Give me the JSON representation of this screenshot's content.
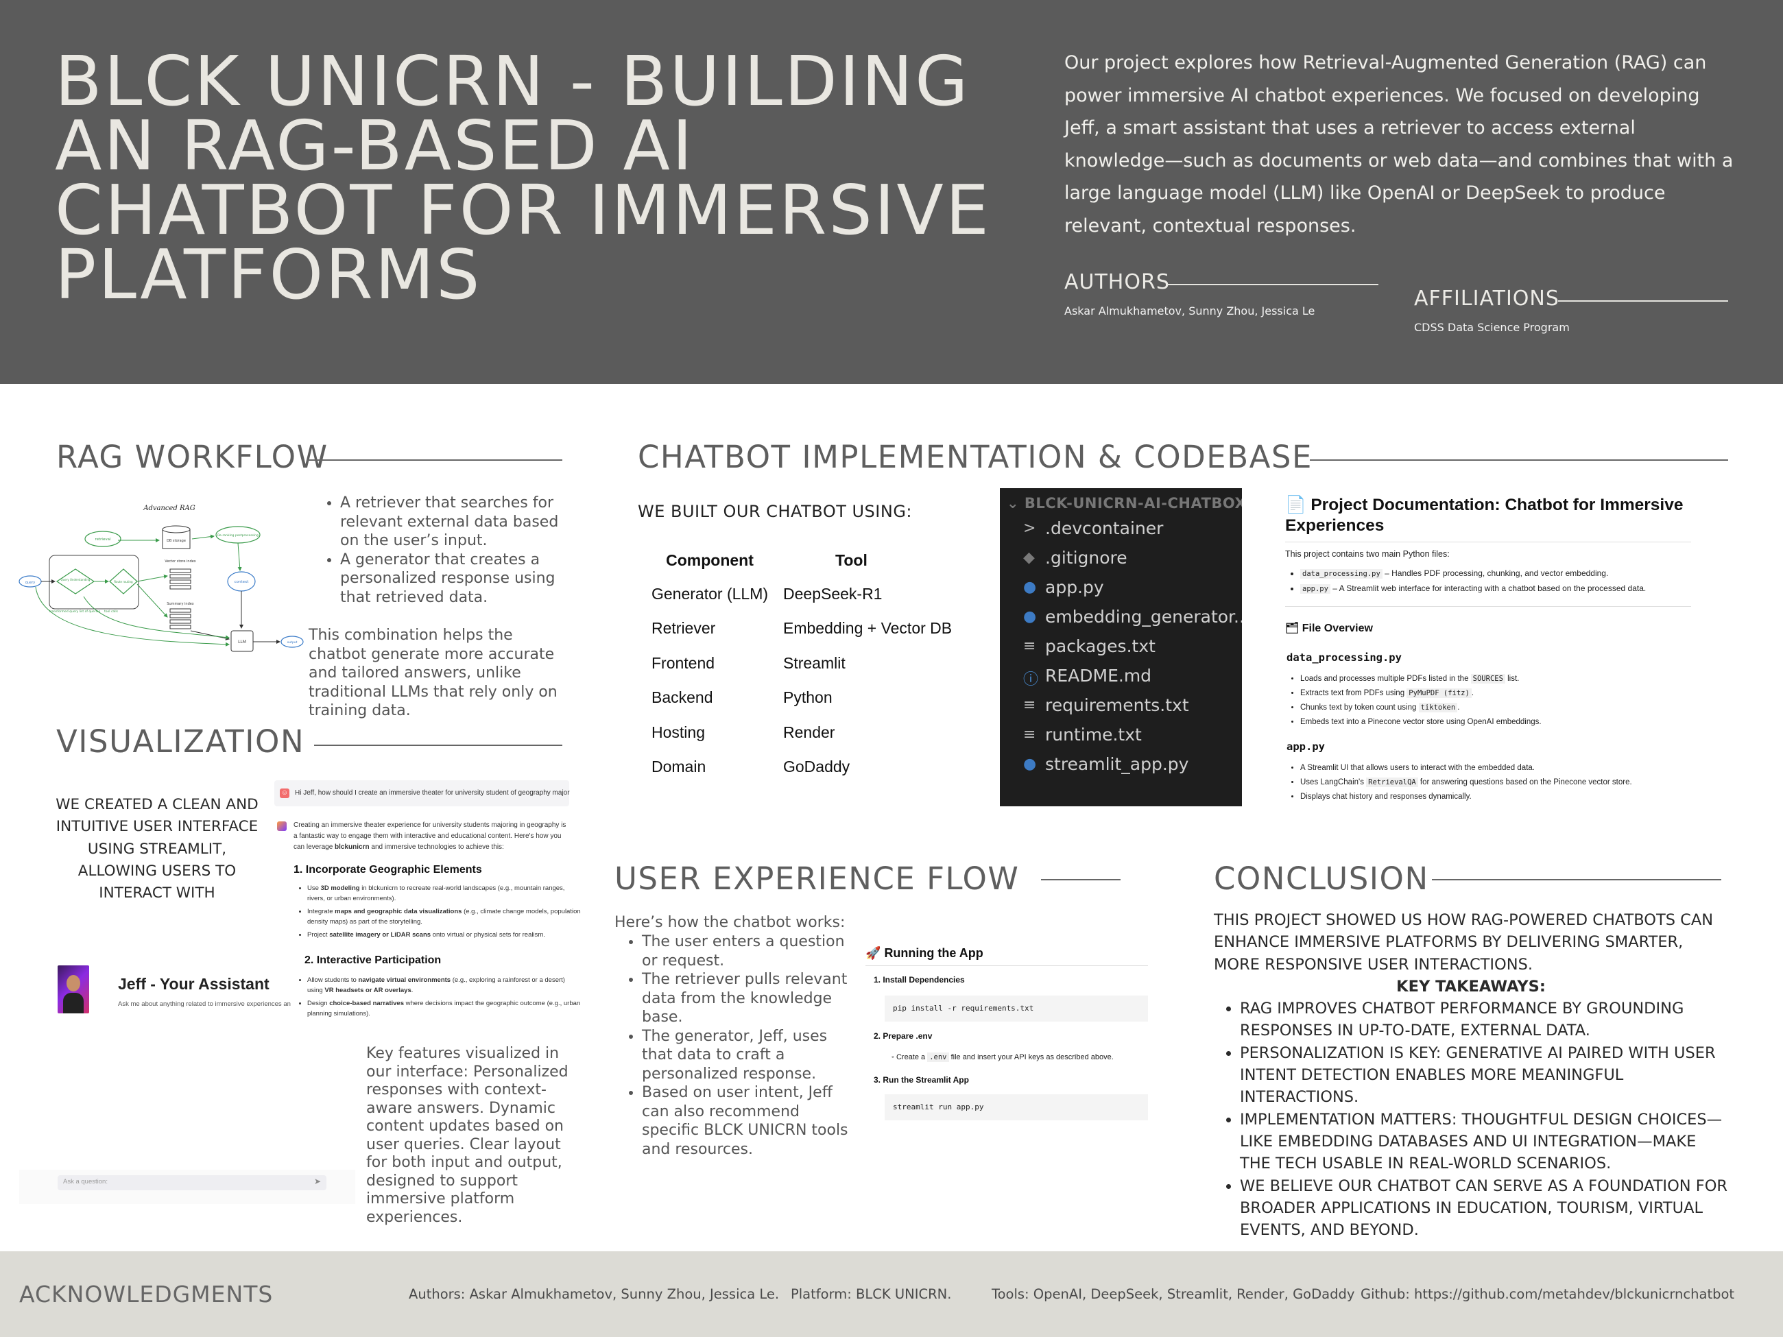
{
  "header": {
    "title": "BLCK UNICRN - BUILDING AN RAG-BASED AI CHATBOT FOR IMMERSIVE PLATFORMS",
    "intro": "Our project explores how Retrieval-Augmented Generation (RAG) can power immersive AI chatbot experiences. We focused on developing Jeff, a smart assistant that uses a retriever to access external knowledge—such as documents or web data—and combines that with a large language model (LLM) like OpenAI or DeepSeek to produce relevant, contextual responses.",
    "authors_label": "AUTHORS",
    "authors": "Askar Almukhametov, Sunny Zhou, Jessica Le",
    "affiliations_label": "AFFILIATIONS",
    "affiliations": "CDSS Data Science Program"
  },
  "rag": {
    "title": "RAG WORKFLOW",
    "diagram": {
      "title": "Advanced RAG",
      "nodes": [
        "query",
        "retrieval",
        "DB storage",
        "Query Understanding",
        "Route routing",
        "Vector store index",
        "Summary index",
        "Re-ranking postprocessing",
        "context",
        "LLM",
        "output"
      ],
      "edges": [
        "transformed query list of queries",
        "tool calls"
      ]
    },
    "bullets": [
      "A retriever that searches for relevant external data based on the user’s input.",
      "A generator that creates a personalized response using that retrieved data."
    ],
    "summary": "This combination helps the chatbot generate more accurate and tailored answers, unlike traditional LLMs that rely only on training data."
  },
  "viz": {
    "title": "VISUALIZATION",
    "intro": "WE CREATED A CLEAN AND INTUITIVE USER INTERFACE USING STREAMLIT, ALLOWING USERS TO INTERACT WITH",
    "jeff_name": "Jeff - Your Assistant",
    "jeff_sub": "Ask me about anything related to immersive experiences an",
    "ask_placeholder": "Ask a question:",
    "chat": {
      "user_msg": "Hi Jeff, how should I create an immersive theater for university student of geography major",
      "reply_intro_a": "Creating an immersive theater experience for university students majoring in geography is a fantastic way to engage them with interactive and educational content. Here's how you can leverage ",
      "reply_intro_bold": "blckunicrn",
      "reply_intro_b": " and immersive technologies to achieve this:",
      "h1": "1. Incorporate Geographic Elements",
      "h1_items": [
        {
          "a": "Use ",
          "b": "3D modeling",
          "c": " in blckunicrn to recreate real-world landscapes (e.g., mountain ranges, rivers, or urban environments)."
        },
        {
          "a": "Integrate ",
          "b": "maps and geographic data visualizations",
          "c": " (e.g., climate change models, population density maps) as part of the storytelling."
        },
        {
          "a": "Project ",
          "b": "satellite imagery or LiDAR scans",
          "c": " onto virtual or physical sets for realism."
        }
      ],
      "h2": "2. Interactive Participation",
      "h2_items": [
        {
          "a": "Allow students to ",
          "b": "navigate virtual environments",
          "c": " (e.g., exploring a rainforest or a desert) using ",
          "d": "VR headsets or AR overlays",
          "e": "."
        },
        {
          "a": "Design ",
          "b": "choice-based narratives",
          "c": " where decisions impact the geographic outcome (e.g., urban planning simulations).",
          "d": "",
          "e": ""
        }
      ]
    },
    "features": "Key features visualized in our interface: Personalized responses with context-aware answers. Dynamic content updates based on user queries. Clear layout for both input and output, designed to support immersive platform experiences."
  },
  "impl": {
    "title": "CHATBOT IMPLEMENTATION & CODEBASE",
    "subtitle": "WE BUILT OUR CHATBOT USING:",
    "col_component": "Component",
    "col_tool": "Tool",
    "rows": [
      {
        "component": "Generator (LLM)",
        "tool": "DeepSeek-R1"
      },
      {
        "component": "Retriever",
        "tool": "Embedding + Vector DB"
      },
      {
        "component": "Frontend",
        "tool": "Streamlit"
      },
      {
        "component": "Backend",
        "tool": "Python"
      },
      {
        "component": "Hosting",
        "tool": "Render"
      },
      {
        "component": "Domain",
        "tool": "GoDaddy"
      }
    ],
    "explorer": {
      "root": "BLCK-UNICRN-AI-CHATBOX",
      "items": [
        {
          "icon": "chevron-right-icon",
          "glyph": ">",
          "color": "#bbbbbb",
          "name": ".devcontainer"
        },
        {
          "icon": "git-icon",
          "glyph": "◆",
          "color": "#7a7a7a",
          "name": ".gitignore"
        },
        {
          "icon": "python-icon",
          "glyph": "●",
          "color": "#3d7bc4",
          "name": "app.py"
        },
        {
          "icon": "python-icon",
          "glyph": "●",
          "color": "#3d7bc4",
          "name": "embedding_generator..."
        },
        {
          "icon": "text-file-icon",
          "glyph": "≡",
          "color": "#bbbbbb",
          "name": "packages.txt"
        },
        {
          "icon": "info-icon",
          "glyph": "ⓘ",
          "color": "#4a8fd8",
          "name": "README.md"
        },
        {
          "icon": "text-file-icon",
          "glyph": "≡",
          "color": "#bbbbbb",
          "name": "requirements.txt"
        },
        {
          "icon": "text-file-icon",
          "glyph": "≡",
          "color": "#bbbbbb",
          "name": "runtime.txt"
        },
        {
          "icon": "python-icon",
          "glyph": "●",
          "color": "#3d7bc4",
          "name": "streamlit_app.py"
        }
      ]
    },
    "docs": {
      "title": "Project Documentation: Chatbot for Immersive Experiences",
      "intro": "This project contains two main Python files:",
      "files": [
        {
          "code": "data_processing.py",
          "desc": " – Handles PDF processing, chunking, and vector embedding."
        },
        {
          "code": "app.py",
          "desc": " – A Streamlit web interface for interacting with a chatbot based on the processed data."
        }
      ],
      "overview": "File Overview",
      "dp_title": "data_processing.py",
      "dp_items": [
        {
          "a": "Loads and processes multiple PDFs listed in the ",
          "code": "SOURCES",
          "b": " list."
        },
        {
          "a": "Extracts text from PDFs using ",
          "code": "PyMuPDF (fitz)",
          "b": "."
        },
        {
          "a": "Chunks text by token count using ",
          "code": "tiktoken",
          "b": "."
        },
        {
          "a": "Embeds text into a Pinecone vector store using OpenAI embeddings.",
          "code": "",
          "b": ""
        }
      ],
      "app_title": "app.py",
      "app_items": [
        {
          "a": "A Streamlit UI that allows users to interact with the embedded data.",
          "code": "",
          "b": ""
        },
        {
          "a": "Uses LangChain's ",
          "code": "RetrievalQA",
          "b": " for answering questions based on the Pinecone vector store."
        },
        {
          "a": "Displays chat history and responses dynamically.",
          "code": "",
          "b": ""
        }
      ]
    }
  },
  "ux": {
    "title": "USER EXPERIENCE FLOW",
    "intro": "Here’s how the chatbot works:",
    "bullets": [
      "The user enters a question or request.",
      "The retriever pulls relevant data from the knowledge base.",
      "The generator, Jeff, uses that data to craft a personalized response.",
      "Based on user intent, Jeff can also recommend specific BLCK UNICRN tools and resources."
    ],
    "run": {
      "title": "Running the App",
      "step1": "1. Install Dependencies",
      "cmd1": "pip install -r requirements.txt",
      "step2": "2. Prepare .env",
      "step2_a": "Create a ",
      "step2_code": ".env",
      "step2_b": " file and insert your API keys as described above.",
      "step3": "3. Run the Streamlit App",
      "cmd3": "streamlit run app.py"
    }
  },
  "conclusion": {
    "title": "CONCLUSION",
    "intro": "THIS PROJECT SHOWED US HOW RAG-POWERED CHATBOTS CAN ENHANCE IMMERSIVE PLATFORMS BY DELIVERING SMARTER, MORE RESPONSIVE USER INTERACTIONS.",
    "takeaways_label": "KEY TAKEAWAYS:",
    "items": [
      "RAG IMPROVES CHATBOT PERFORMANCE BY GROUNDING RESPONSES IN UP-TO-DATE, EXTERNAL DATA.",
      "PERSONALIZATION IS KEY: GENERATIVE AI PAIRED WITH USER INTENT DETECTION ENABLES MORE MEANINGFUL INTERACTIONS.",
      "IMPLEMENTATION MATTERS: THOUGHTFUL DESIGN CHOICES—LIKE EMBEDDING DATABASES AND UI INTEGRATION—MAKE THE TECH USABLE IN REAL-WORLD SCENARIOS.",
      "WE BELIEVE OUR CHATBOT CAN SERVE AS A FOUNDATION FOR BROADER APPLICATIONS IN EDUCATION, TOURISM, VIRTUAL EVENTS, AND BEYOND."
    ]
  },
  "footer": {
    "title": "ACKNOWLEDGMENTS",
    "authors": "Authors: Askar Almukhametov, Sunny Zhou, Jessica Le.",
    "platform": "Platform: BLCK UNICRN.",
    "tools": "Tools: OpenAI, DeepSeek, Streamlit, Render, GoDaddy",
    "github": "Github: https://github.com/metahdev/blckunicrnchatbot"
  },
  "colors": {
    "header_bg": "#5b5b5b",
    "footer_bg": "#dcdbd5",
    "explorer_bg": "#1e1e1e",
    "diagram_green": "#3a9b4a"
  }
}
